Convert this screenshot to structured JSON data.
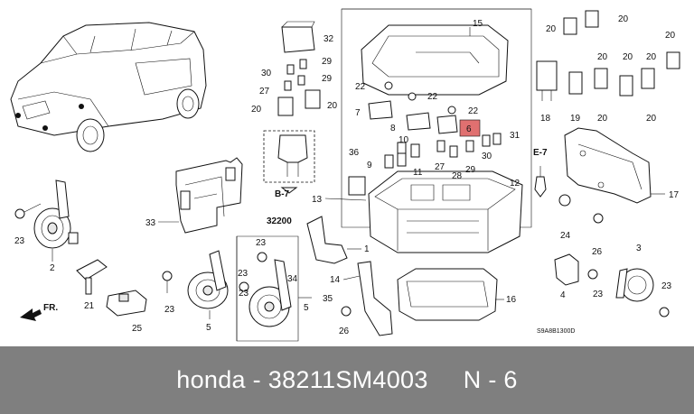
{
  "footer": {
    "brand": "honda",
    "sep": " - ",
    "part_number": "38211SM4003",
    "gap": "     ",
    "ref": "N - 6"
  },
  "diagram": {
    "code": "S9A8B1300D",
    "fwd_label": "FR.",
    "refs": {
      "b7": "B-7",
      "b7_part": "32200",
      "e7": "E-7"
    },
    "callouts": {
      "c32": "32",
      "c30a": "30",
      "c29a": "29",
      "c29b": "29",
      "c27a": "27",
      "c20a": "20",
      "c20b": "20",
      "c15": "15",
      "c22a": "22",
      "c22b": "22",
      "c22c": "22",
      "c7": "7",
      "c8": "8",
      "c6": "6",
      "c10": "10",
      "c36": "36",
      "c9": "9",
      "c11": "11",
      "c27b": "27",
      "c28": "28",
      "c29c": "29",
      "c30b": "30",
      "c31": "31",
      "c12": "12",
      "c13": "13",
      "c1": "1",
      "c14": "14",
      "c16": "16",
      "c26a": "26",
      "c33": "33",
      "c23a": "23",
      "c2": "2",
      "c21": "21",
      "c25": "25",
      "c23b": "23",
      "c5a": "5",
      "c23c": "23",
      "c23d": "23",
      "c34": "34",
      "c35": "35",
      "c5b": "5",
      "c23e": "23",
      "c20c": "20",
      "c20d": "20",
      "c20e": "20",
      "c20f": "20",
      "c20g": "20",
      "c20h": "20",
      "c18": "18",
      "c19": "19",
      "c20i": "20",
      "c20j": "20",
      "c17": "17",
      "c24": "24",
      "c26b": "26",
      "c3": "3",
      "c4": "4",
      "c23f": "23",
      "c23g": "23"
    }
  }
}
